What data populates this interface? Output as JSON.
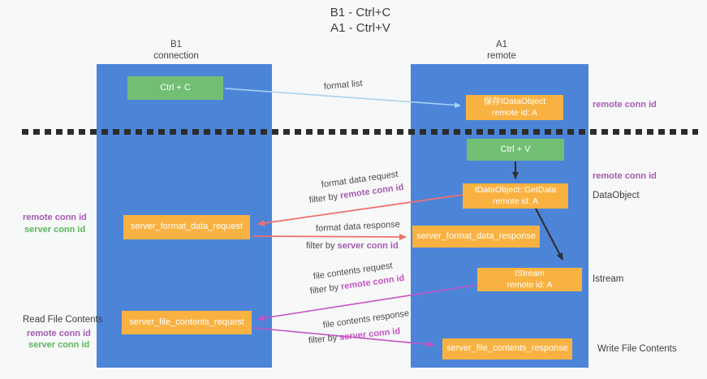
{
  "title": {
    "line1": "B1 - Ctrl+C",
    "line2": "A1 - Ctrl+V"
  },
  "columns": {
    "left": {
      "header_line1": "B1",
      "header_line2": "connection"
    },
    "right": {
      "header_line1": "A1",
      "header_line2": "remote"
    }
  },
  "nodes": {
    "ctrl_c": "Ctrl + C",
    "ctrl_v": "Ctrl + V",
    "saved_idataobject_line1": "保存IDataObject",
    "saved_idataobject_line2": "remote id: A",
    "getdata_line1": "IDataObject::GetData",
    "getdata_line2": "remote id: A",
    "istream_line1": "IStream",
    "istream_line2": "remote id: A",
    "server_format_data_request": "server_format_data_request",
    "server_format_data_response": "server_format_data_response",
    "server_file_contents_request": "server_file_contents_request",
    "server_file_contents_response": "server_file_contents_response"
  },
  "side_labels": {
    "remote_conn_id": "remote conn id",
    "server_conn_id": "server conn id",
    "dataobject": "DataObject",
    "istream": "Istream",
    "read_file_contents": "Read File Contents",
    "write_file_contents": "Write File Contents"
  },
  "arrow_labels": {
    "format_list": "format list",
    "format_data_request": "format data request",
    "format_data_response": "format data response",
    "file_contents_request": "file contents request",
    "file_contents_response": "file contents response",
    "filter_by": "filter by ",
    "remote_conn_id": "remote conn id",
    "server_conn_id": "server conn id"
  },
  "colors": {
    "background": "#f7f8f8",
    "column_blue": "#4c85d8",
    "box_green": "#72bf73",
    "box_orange": "#f9b241",
    "arrow_black": "#2f2f2f",
    "arrow_red": "#f0706f",
    "arrow_magenta": "#c653c6",
    "arrow_lightblue": "#a9d3f2",
    "text_purple": "#a65ab3",
    "text_green": "#5cb55c",
    "text_dark": "#3d3d3d"
  }
}
